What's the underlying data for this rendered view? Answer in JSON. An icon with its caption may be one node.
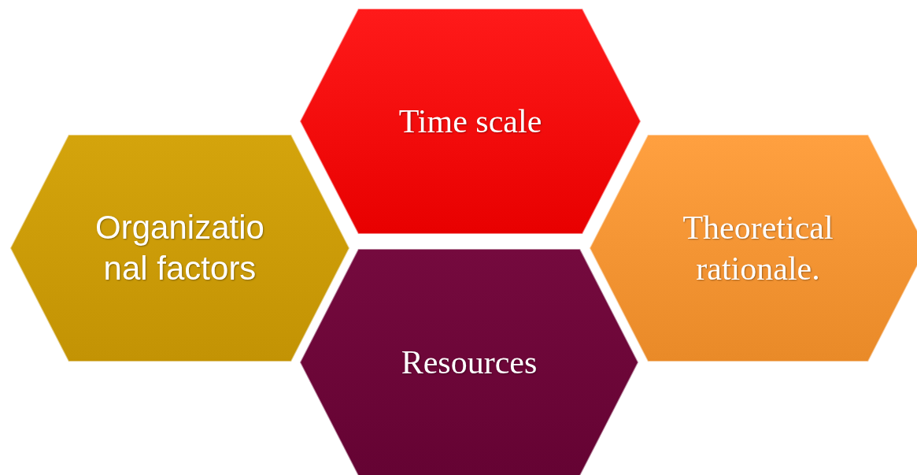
{
  "diagram": {
    "nodes": [
      {
        "text": [
          "Time scale"
        ]
      },
      {
        "text": [
          "Organizatio nal factors"
        ]
      },
      {
        "text": [
          "Resources"
        ]
      },
      {
        "text": [
          "Theoretical rationale."
        ]
      }
    ]
  }
}
